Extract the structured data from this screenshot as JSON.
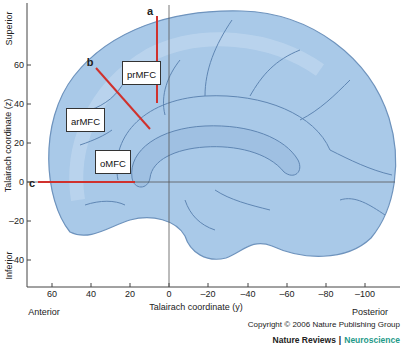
{
  "diagram": {
    "nodes": [
      {
        "text": [
          "prMFC"
        ]
      },
      {
        "text": [
          "arMFC"
        ]
      },
      {
        "text": [
          "oMFC"
        ]
      }
    ],
    "labels": [
      "a",
      "b",
      "c",
      "60",
      "40",
      "20",
      "0",
      "–20",
      "–40",
      "Superior",
      "Talairach coordinate (z)",
      "Inferior",
      "60",
      "40",
      "20",
      "0",
      "–20",
      "–40",
      "–60",
      "–80",
      "–100",
      "Anterior",
      "Talairach coordinate (y)",
      "Posterior",
      "Copyright © 2006 Nature Publishing Group",
      "Nature Reviews",
      "|",
      "Neuroscience"
    ]
  }
}
